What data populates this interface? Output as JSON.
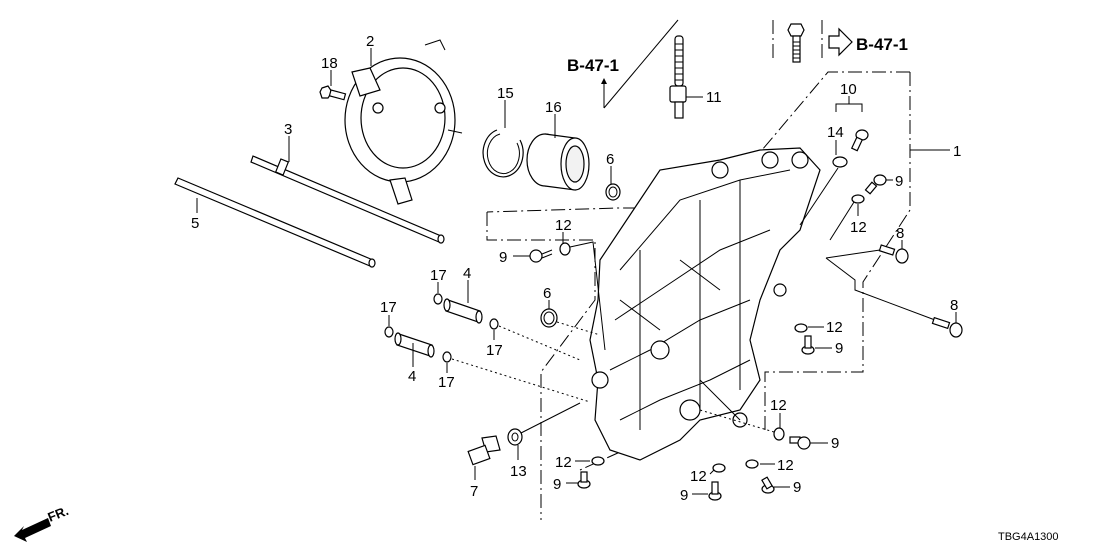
{
  "diagram": {
    "title_code": "TBG4A1300",
    "front_indicator": "FR.",
    "references": [
      {
        "id": "ref-left",
        "text": "B-47-1"
      },
      {
        "id": "ref-right",
        "text": "B-47-1"
      }
    ],
    "callouts": {
      "c1": "1",
      "c2": "2",
      "c3": "3",
      "c4a": "4",
      "c4b": "4",
      "c5": "5",
      "c6a": "6",
      "c6b": "6",
      "c7": "7",
      "c8a": "8",
      "c8b": "8",
      "c9a": "9",
      "c9b": "9",
      "c9c": "9",
      "c9d": "9",
      "c9e": "9",
      "c9f": "9",
      "c9g": "9",
      "c10": "10",
      "c11": "11",
      "c12a": "12",
      "c12b": "12",
      "c12c": "12",
      "c12d": "12",
      "c12e": "12",
      "c12f": "12",
      "c12g": "12",
      "c13": "13",
      "c14": "14",
      "c15": "15",
      "c16": "16",
      "c17a": "17",
      "c17b": "17",
      "c17c": "17",
      "c17d": "17",
      "c18": "18"
    }
  }
}
